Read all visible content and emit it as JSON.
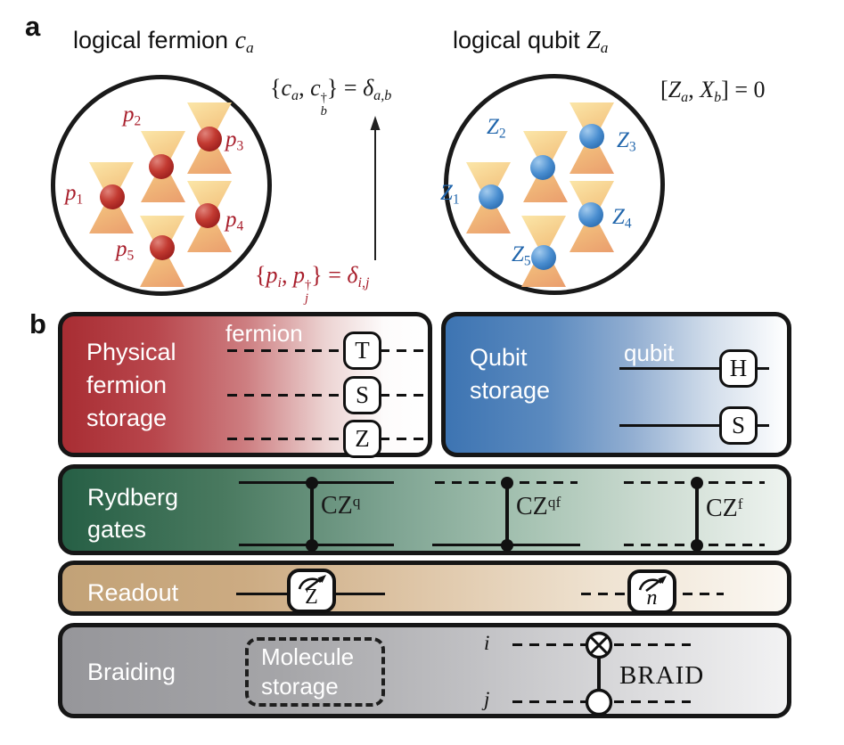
{
  "colors": {
    "fermion_red": "#a82d33",
    "qubit_blue": "#3d74b2",
    "rydberg_green": "#265f45",
    "readout_tan": "#c2a277",
    "braiding_gray": "#96969a",
    "fermion_label_red": "#a81e2b",
    "qubit_label_blue": "#2166ac",
    "tweezer_orange": "#f3c27e"
  },
  "panel_a": {
    "label": "a",
    "fermion_circle": {
      "title": "logical fermion",
      "title_math": [
        {
          "t": "c",
          "k": "i"
        },
        {
          "t": "a",
          "k": "sub"
        }
      ],
      "particle_labels": [
        [
          {
            "t": "p",
            "k": "i"
          },
          {
            "t": "1",
            "k": "subn"
          }
        ],
        [
          {
            "t": "p",
            "k": "i"
          },
          {
            "t": "2",
            "k": "subn"
          }
        ],
        [
          {
            "t": "p",
            "k": "i"
          },
          {
            "t": "3",
            "k": "subn"
          }
        ],
        [
          {
            "t": "p",
            "k": "i"
          },
          {
            "t": "4",
            "k": "subn"
          }
        ],
        [
          {
            "t": "p",
            "k": "i"
          },
          {
            "t": "5",
            "k": "subn"
          }
        ]
      ],
      "equation": [
        {
          "t": "{"
        },
        {
          "t": "p",
          "k": "i"
        },
        {
          "t": "i",
          "k": "sub"
        },
        {
          "t": ", "
        },
        {
          "t": "p",
          "k": "i"
        },
        {
          "k": "st",
          "a": "†",
          "b": "j"
        },
        {
          "t": "} = "
        },
        {
          "t": "δ",
          "k": "i"
        },
        {
          "t": "i,j",
          "k": "sub"
        }
      ]
    },
    "qubit_circle": {
      "title": "logical qubit",
      "title_math": [
        {
          "t": "Z",
          "k": "i"
        },
        {
          "t": "a",
          "k": "sub"
        }
      ],
      "particle_labels": [
        [
          {
            "t": "Z",
            "k": "i"
          },
          {
            "t": "1",
            "k": "subn"
          }
        ],
        [
          {
            "t": "Z",
            "k": "i"
          },
          {
            "t": "2",
            "k": "subn"
          }
        ],
        [
          {
            "t": "Z",
            "k": "i"
          },
          {
            "t": "3",
            "k": "subn"
          }
        ],
        [
          {
            "t": "Z",
            "k": "i"
          },
          {
            "t": "4",
            "k": "subn"
          }
        ],
        [
          {
            "t": "Z",
            "k": "i"
          },
          {
            "t": "5",
            "k": "subn"
          }
        ]
      ],
      "equation": [
        {
          "t": "["
        },
        {
          "t": "Z",
          "k": "i"
        },
        {
          "t": "a",
          "k": "sub"
        },
        {
          "t": ", "
        },
        {
          "t": "X",
          "k": "i"
        },
        {
          "t": "b",
          "k": "sub"
        },
        {
          "t": "] = 0"
        }
      ]
    },
    "mapping_equation": [
      {
        "t": "{"
      },
      {
        "t": "c",
        "k": "i"
      },
      {
        "t": "a",
        "k": "sub"
      },
      {
        "t": ", "
      },
      {
        "t": "c",
        "k": "i"
      },
      {
        "k": "st",
        "a": "†",
        "b": "b"
      },
      {
        "t": "} = "
      },
      {
        "t": "δ",
        "k": "i"
      },
      {
        "t": "a,b",
        "k": "sub"
      }
    ]
  },
  "panel_b": {
    "label": "b",
    "fermion_storage": {
      "title_lines": [
        "Physical",
        "fermion",
        "storage"
      ],
      "wire_label": "fermion",
      "gates": [
        "T",
        "S",
        "Z"
      ]
    },
    "qubit_storage": {
      "title_lines": [
        "Qubit",
        "storage"
      ],
      "wire_label": "qubit",
      "gates": [
        "H",
        "S"
      ]
    },
    "rydberg": {
      "title_lines": [
        "Rydberg",
        "gates"
      ],
      "gate_labels": [
        [
          {
            "t": "CZ"
          },
          {
            "t": "q",
            "k": "sup"
          }
        ],
        [
          {
            "t": "CZ"
          },
          {
            "t": "qf",
            "k": "sup"
          }
        ],
        [
          {
            "t": "CZ"
          },
          {
            "t": "f",
            "k": "sup"
          }
        ]
      ]
    },
    "readout": {
      "title": "Readout",
      "gate_letters": [
        "Z",
        "n"
      ]
    },
    "braiding": {
      "title": "Braiding",
      "molecule_lines": [
        "Molecule",
        "storage"
      ],
      "wire_labels": [
        "i",
        "j"
      ],
      "gate_label": "BRAID"
    }
  }
}
